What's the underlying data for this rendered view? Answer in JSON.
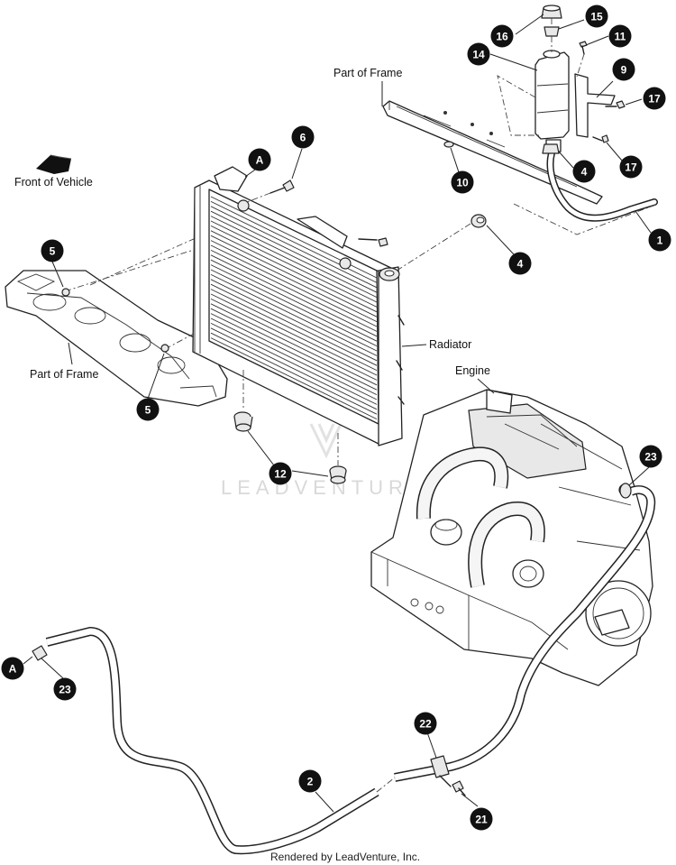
{
  "labels": {
    "front_of_vehicle": "Front of Vehicle",
    "part_of_frame_top": "Part of Frame",
    "part_of_frame_left": "Part of Frame",
    "radiator": "Radiator",
    "engine": "Engine"
  },
  "callouts": [
    {
      "id": "c16",
      "num": "16"
    },
    {
      "id": "c15",
      "num": "15"
    },
    {
      "id": "c11",
      "num": "11"
    },
    {
      "id": "c14",
      "num": "14"
    },
    {
      "id": "c9",
      "num": "9"
    },
    {
      "id": "c17a",
      "num": "17"
    },
    {
      "id": "c17b",
      "num": "17"
    },
    {
      "id": "c4a",
      "num": "4"
    },
    {
      "id": "c10",
      "num": "10"
    },
    {
      "id": "c1",
      "num": "1"
    },
    {
      "id": "c4b",
      "num": "4"
    },
    {
      "id": "c6",
      "num": "6"
    },
    {
      "id": "cA1",
      "num": "A"
    },
    {
      "id": "c5a",
      "num": "5"
    },
    {
      "id": "c5b",
      "num": "5"
    },
    {
      "id": "c12",
      "num": "12"
    },
    {
      "id": "c23a",
      "num": "23"
    },
    {
      "id": "cA2",
      "num": "A"
    },
    {
      "id": "c23b",
      "num": "23"
    },
    {
      "id": "c22",
      "num": "22"
    },
    {
      "id": "c2",
      "num": "2"
    },
    {
      "id": "c21",
      "num": "21"
    }
  ],
  "watermark": "LEADVENTURE",
  "footer": "Rendered by LeadVenture, Inc."
}
